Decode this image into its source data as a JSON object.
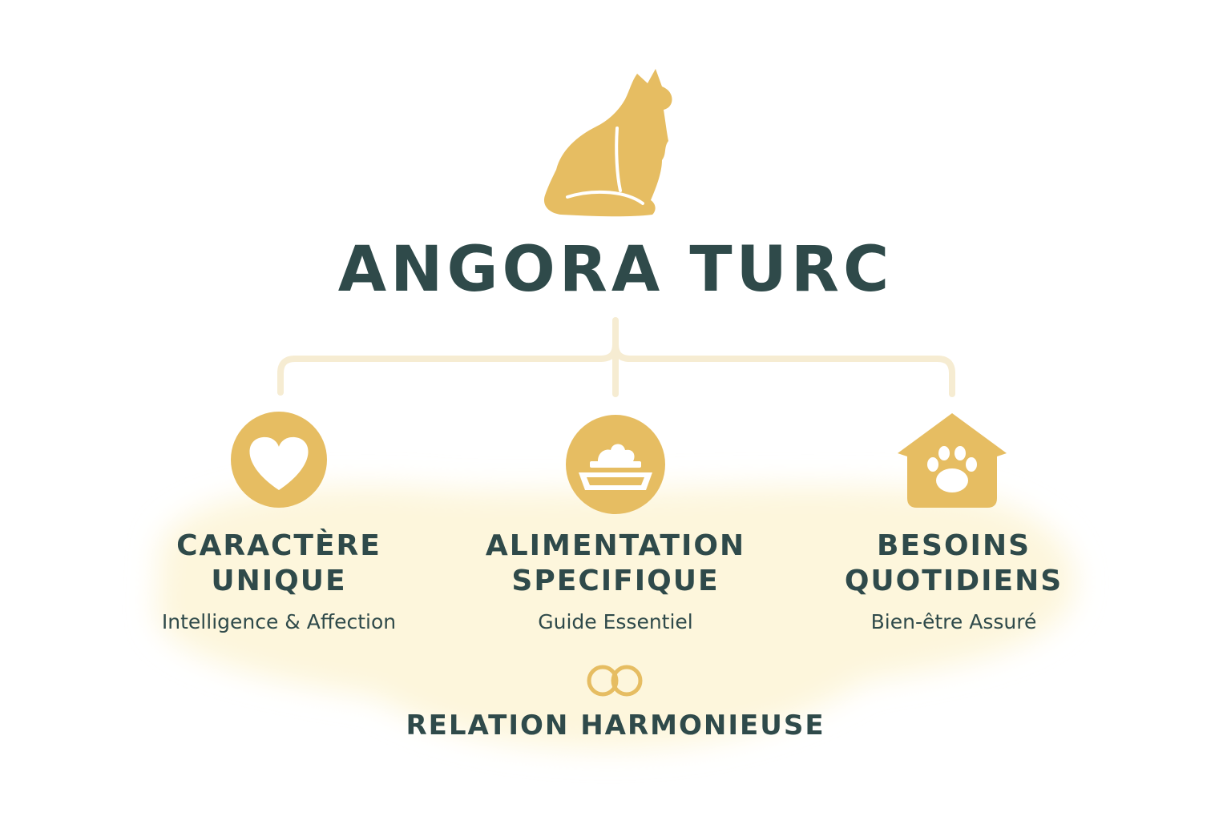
{
  "title": "ANGORA TURC",
  "colors": {
    "accent": "#e6bd62",
    "text": "#2f4a4a",
    "connector": "#f6ecd2",
    "glow": "#fdf6dc"
  },
  "branches": [
    {
      "icon": "heart-icon",
      "title_line1": "CARACTÈRE",
      "title_line2": "UNIQUE",
      "subtitle": "Intelligence & Affection"
    },
    {
      "icon": "food-bowl-icon",
      "title_line1": "ALIMENTATION",
      "title_line2": "SPECIFIQUE",
      "subtitle": "Guide Essentiel"
    },
    {
      "icon": "paw-house-icon",
      "title_line1": "BESOINS",
      "title_line2": "QUOTIDIENS",
      "subtitle": "Bien-être Assuré"
    }
  ],
  "footer": {
    "icon": "interlocked-rings-icon",
    "label": "RELATION HARMONIEUSE"
  }
}
